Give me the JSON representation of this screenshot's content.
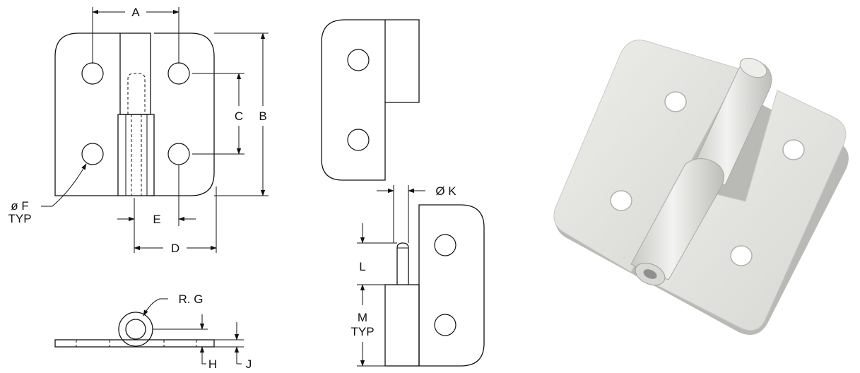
{
  "labels": {
    "A": "A",
    "B": "B",
    "C": "C",
    "D": "D",
    "E": "E",
    "F_line1": "ø F",
    "F_line2": "TYP",
    "G": "R. G",
    "H": "H",
    "J": "J",
    "K": "Ø K",
    "L": "L",
    "M_line1": "M",
    "M_line2": "TYP"
  },
  "colors": {
    "line": "#111111",
    "photo_plate": "#e3e3e0",
    "photo_shadow": "#b9b9b6",
    "background": "#ffffff"
  }
}
